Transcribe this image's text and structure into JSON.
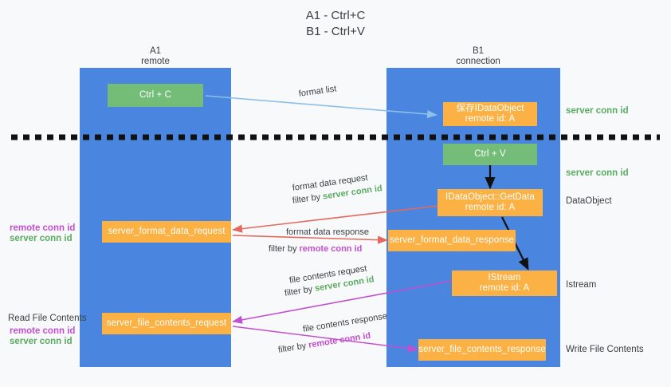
{
  "title": "A1 - Ctrl+C\nB1 - Ctrl+V",
  "lanes": [
    {
      "name": "A1",
      "sub": "remote"
    },
    {
      "name": "B1",
      "sub": "connection"
    }
  ],
  "nodes": {
    "ctrl_c": {
      "line1": "Ctrl + C",
      "line2": ""
    },
    "save_idataobject": {
      "line1": "保存IDataObject",
      "line2": "remote id: A"
    },
    "ctrl_v": {
      "line1": "Ctrl + V",
      "line2": ""
    },
    "getdata": {
      "line1": "IDataObject::GetData",
      "line2": "remote id: A"
    },
    "istream": {
      "line1": "IStream",
      "line2": "remote id: A"
    },
    "server_format_data_request": {
      "line1": "server_format_data_request",
      "line2": ""
    },
    "server_format_data_response": {
      "line1": "server_format_data_response",
      "line2": ""
    },
    "server_file_contents_request": {
      "line1": "server_file_contents_request",
      "line2": ""
    },
    "server_file_contents_response": {
      "line1": "server_file_contents_response",
      "line2": ""
    }
  },
  "right_annotations": {
    "server_conn_id_top": "server conn id",
    "server_conn_id_mid": "server conn id",
    "dataobject": "DataObject",
    "istream": "Istream",
    "write_file_contents": "Write File Contents"
  },
  "left_annotations": {
    "remote_conn_id_1": "remote conn id",
    "server_conn_id_1": "server conn id",
    "read_file_contents": "Read File Contents",
    "remote_conn_id_2": "remote conn id",
    "server_conn_id_2": "server conn id"
  },
  "edges": {
    "format_list": {
      "label": "format list"
    },
    "format_data_request": {
      "label": "format data request",
      "filter_prefix": "filter by ",
      "filter_value": "server conn id",
      "filter_color": "green"
    },
    "format_data_response": {
      "label": "format data response",
      "filter_prefix": "filter by ",
      "filter_value": "remote conn id",
      "filter_color": "purple"
    },
    "file_contents_request": {
      "label": "file contents request",
      "filter_prefix": "filter by ",
      "filter_value": "server conn id",
      "filter_color": "green"
    },
    "file_contents_response": {
      "label": "file contents response",
      "filter_prefix": "filter by ",
      "filter_value": "remote conn id",
      "filter_color": "purple"
    }
  },
  "colors": {
    "lane": "#4a86e0",
    "orange": "#fbb143",
    "green_box": "#74bd79",
    "green_text": "#5aab61",
    "purple_text": "#c24fd0",
    "arrow_light_blue": "#8cc0ea",
    "arrow_red": "#e4685d",
    "arrow_magenta": "#c24fd0",
    "arrow_black": "#111111",
    "background": "#f8f9fa"
  }
}
